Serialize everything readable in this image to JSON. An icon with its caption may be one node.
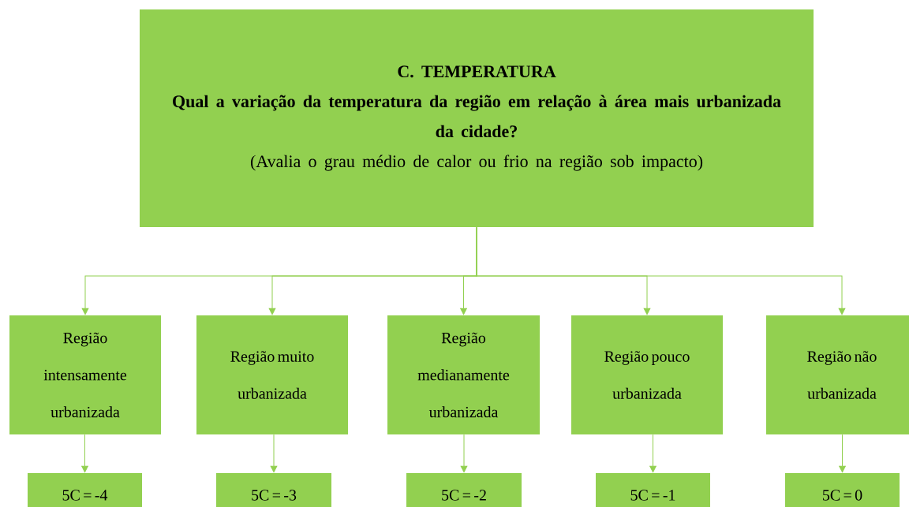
{
  "diagram": {
    "nodes": [
      {
        "text": [
          "C.  TEMPERATURA",
          "Qual a variação da temperatura da região em relação à área mais urbanizada da cidade?",
          "(Avalia o grau médio de calor ou frio na região sob impacto)"
        ]
      },
      {
        "text": [
          "Região intensamente urbanizada"
        ]
      },
      {
        "text": [
          "Região muito urbanizada"
        ]
      },
      {
        "text": [
          "Região medianamente urbanizada"
        ]
      },
      {
        "text": [
          "Região pouco urbanizada"
        ]
      },
      {
        "text": [
          "Região não urbanizada"
        ]
      },
      {
        "text": [
          "5C = -4"
        ]
      },
      {
        "text": [
          "5C = -3"
        ]
      },
      {
        "text": [
          "5C = -2"
        ]
      },
      {
        "text": [
          "5C = -1"
        ]
      },
      {
        "text": [
          "5C = 0"
        ]
      }
    ],
    "edges": [
      {
        "from": 0,
        "to": 1,
        "arrow": "to"
      },
      {
        "from": 0,
        "to": 2,
        "arrow": "to"
      },
      {
        "from": 0,
        "to": 3,
        "arrow": "to"
      },
      {
        "from": 0,
        "to": 4,
        "arrow": "to"
      },
      {
        "from": 0,
        "to": 5,
        "arrow": "to"
      },
      {
        "from": 1,
        "to": 6,
        "arrow": "to"
      },
      {
        "from": 2,
        "to": 7,
        "arrow": "to"
      },
      {
        "from": 3,
        "to": 8,
        "arrow": "to"
      },
      {
        "from": 4,
        "to": 9,
        "arrow": "to"
      },
      {
        "from": 5,
        "to": 10,
        "arrow": "to"
      }
    ]
  }
}
